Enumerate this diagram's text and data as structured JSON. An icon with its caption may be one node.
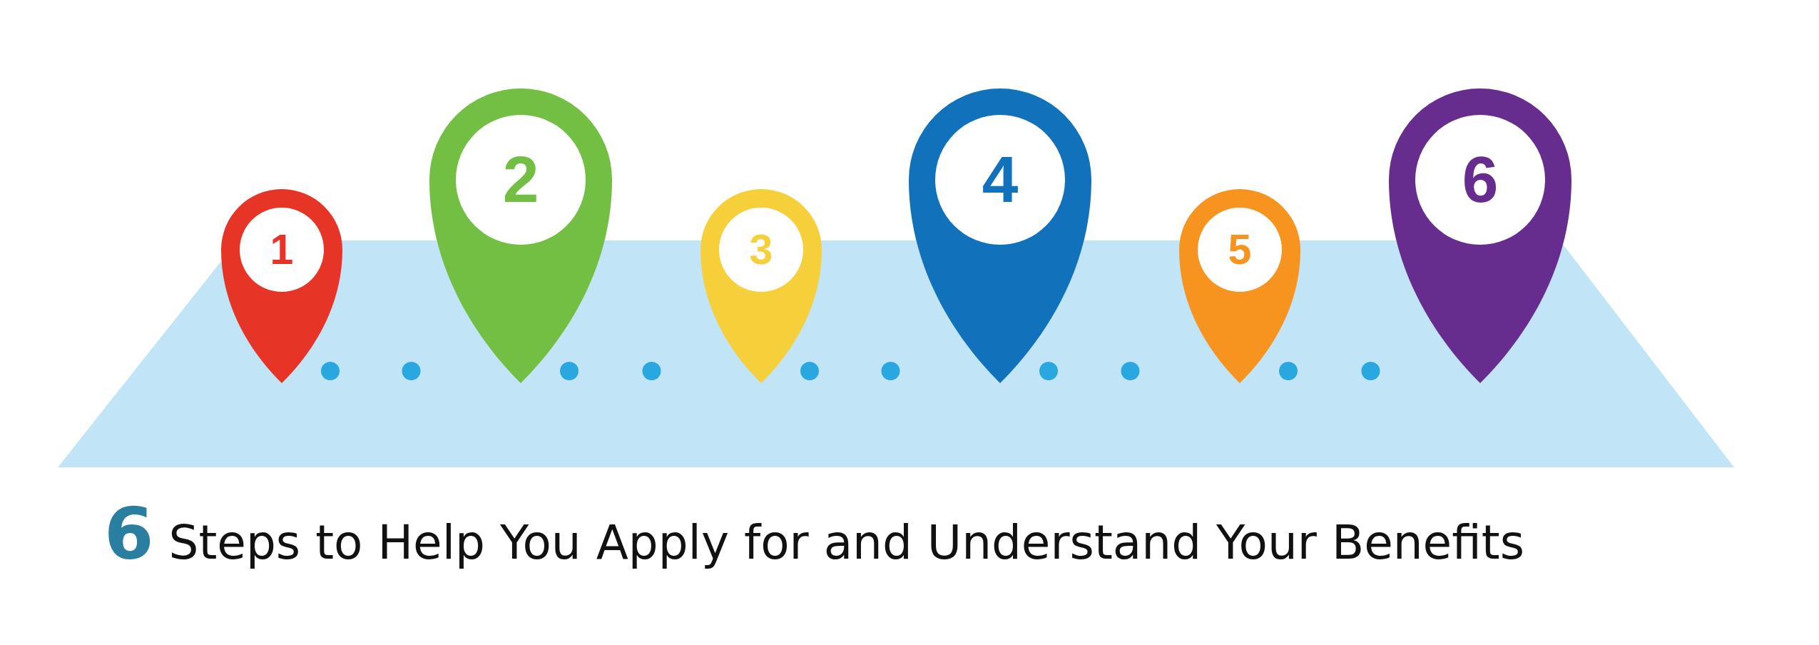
{
  "diagram": {
    "title": "**6** Steps to Help You Apply for and Understand Your Benefits",
    "nodes": [
      {
        "text": [
          "1"
        ]
      },
      {
        "text": [
          "2"
        ]
      },
      {
        "text": [
          "3"
        ]
      },
      {
        "text": [
          "4"
        ]
      },
      {
        "text": [
          "5"
        ]
      },
      {
        "text": [
          "6"
        ]
      }
    ],
    "edges": [
      {
        "from": 0,
        "to": 1,
        "arrow": "none",
        "style": "dashed"
      },
      {
        "from": 1,
        "to": 2,
        "arrow": "none",
        "style": "dashed"
      },
      {
        "from": 2,
        "to": 3,
        "arrow": "none",
        "style": "dashed"
      },
      {
        "from": 3,
        "to": 4,
        "arrow": "none",
        "style": "dashed"
      },
      {
        "from": 4,
        "to": 5,
        "arrow": "none",
        "style": "dashed"
      }
    ]
  }
}
